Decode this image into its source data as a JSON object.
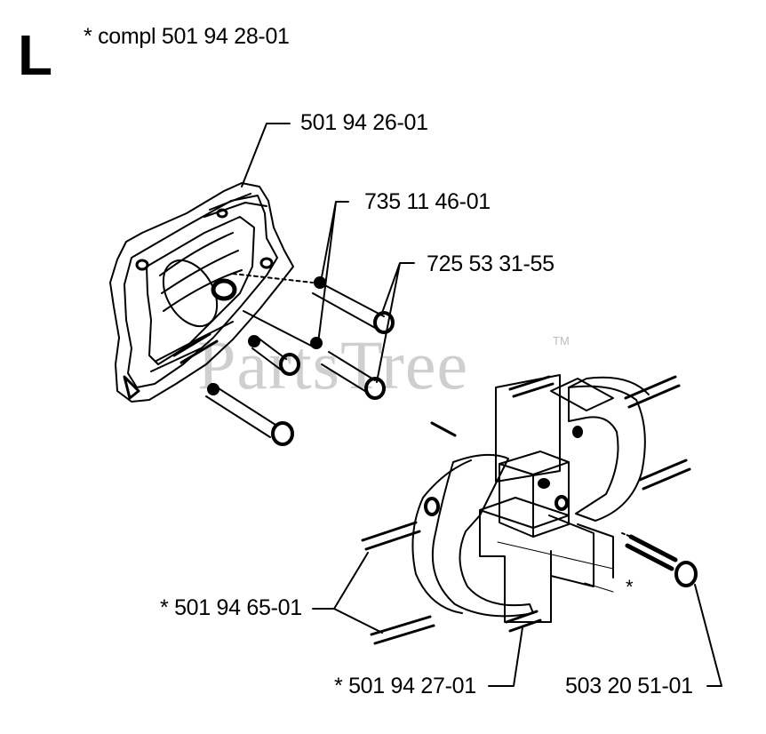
{
  "section_letter": "L",
  "kit_note": "*  compl 501 94 28-01",
  "watermark": "PartsTree",
  "watermark_tm": "TM",
  "callouts": {
    "cover": "501 94 26-01",
    "screw_a": "735 11 46-01",
    "screw_b": "725 53 31-55",
    "bolts_left": "*  501 94 65-01",
    "block": "*  501 94 27-01",
    "bolt_right": "503 20 51-01",
    "asterisk_mark": "*"
  },
  "colors": {
    "ink": "#000000",
    "watermark": "#cfcfcf"
  }
}
